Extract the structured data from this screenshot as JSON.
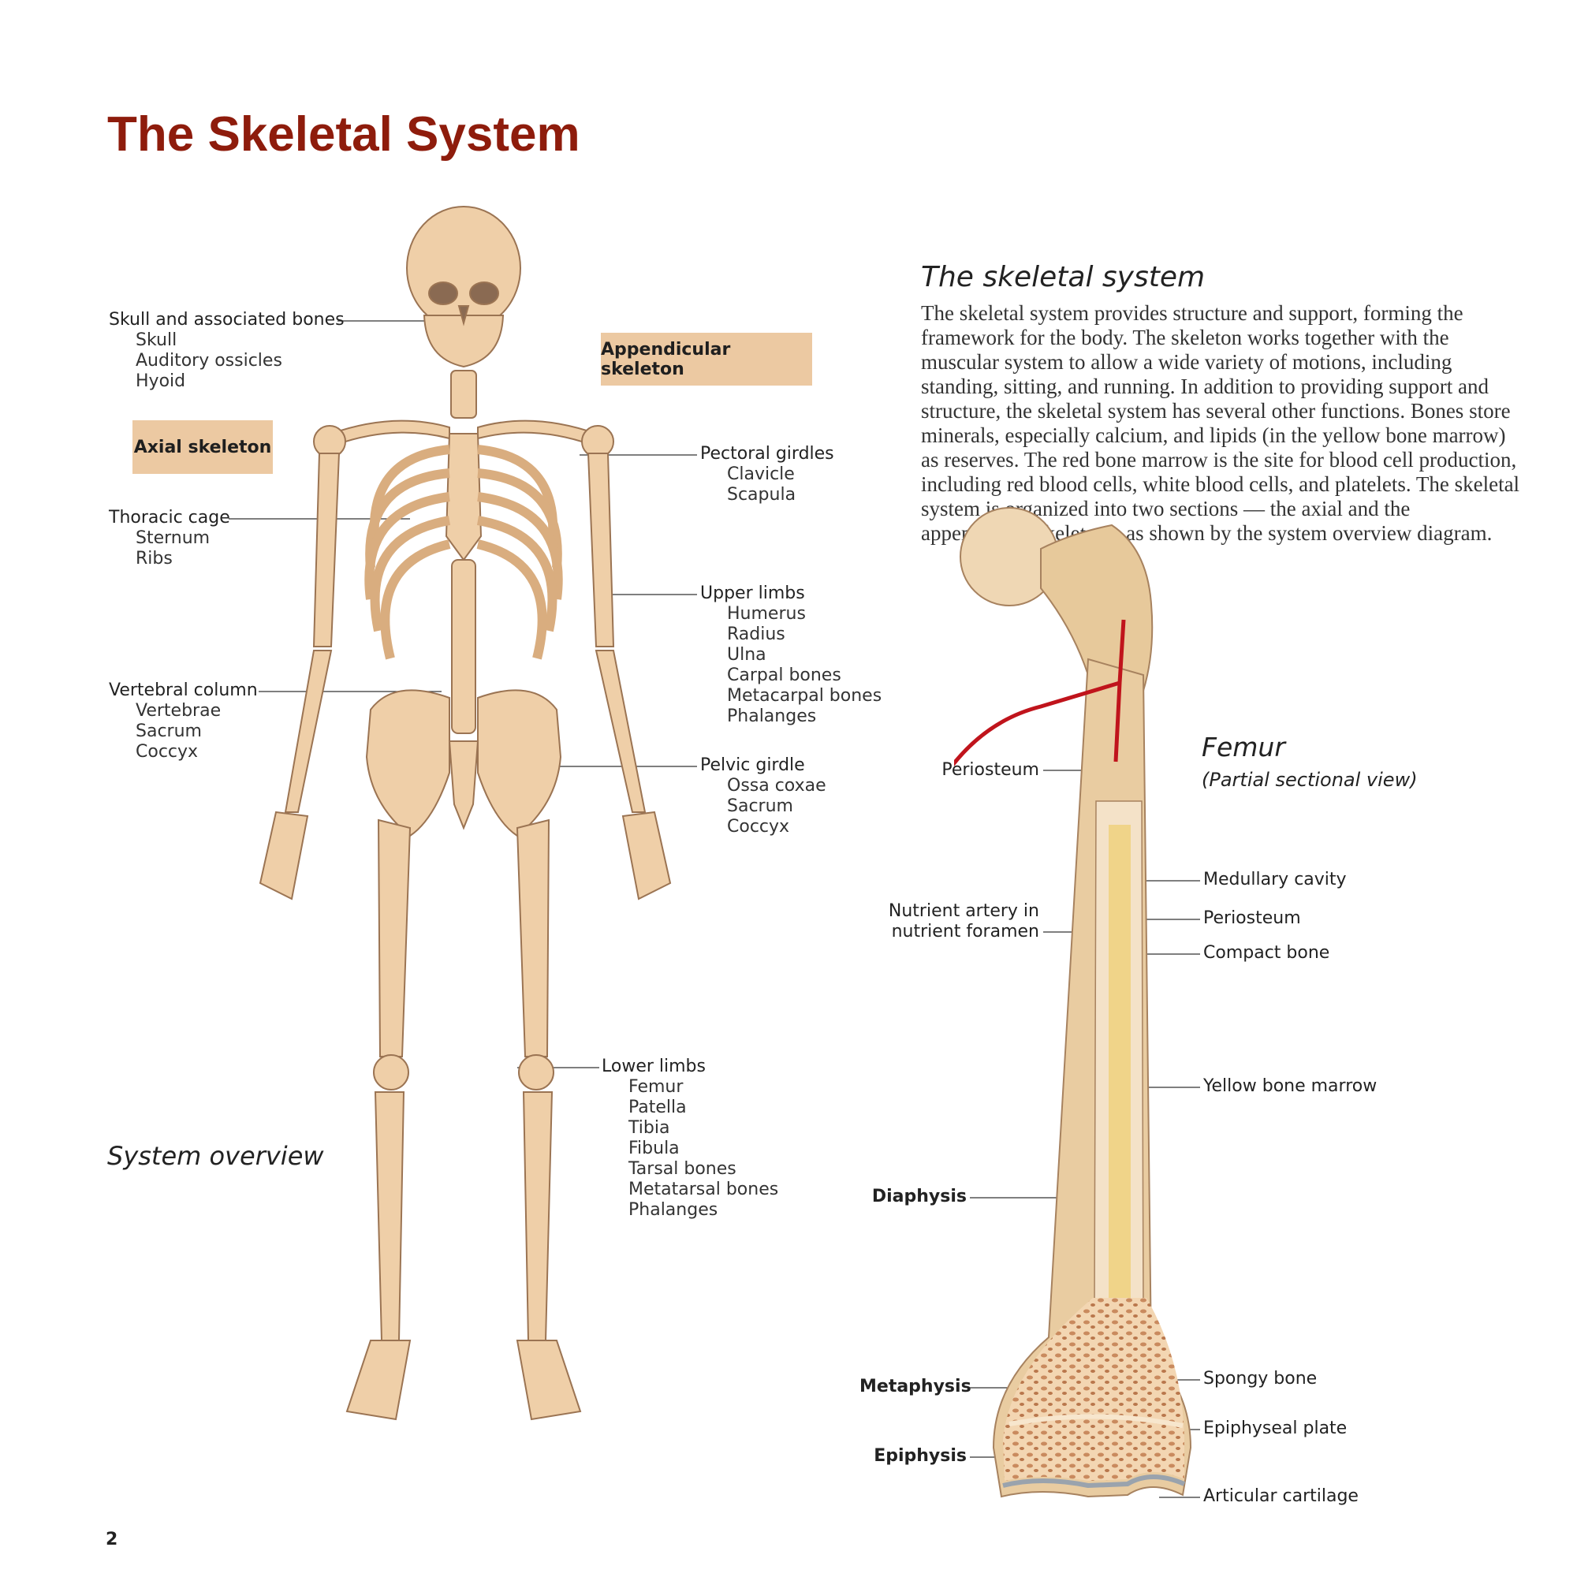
{
  "page": {
    "title": "The Skeletal System",
    "number": "2"
  },
  "tags": {
    "axial": "Axial skeleton",
    "appendicular": "Appendicular skeleton"
  },
  "overview": {
    "caption": "System overview",
    "axial_groups": [
      {
        "head": "Skull and associated bones",
        "items": [
          "Skull",
          "Auditory ossicles",
          "Hyoid"
        ]
      },
      {
        "head": "Thoracic cage",
        "items": [
          "Sternum",
          "Ribs"
        ]
      },
      {
        "head": "Vertebral column",
        "items": [
          "Vertebrae",
          "Sacrum",
          "Coccyx"
        ]
      }
    ],
    "appendicular_groups": [
      {
        "head": "Pectoral girdles",
        "items": [
          "Clavicle",
          "Scapula"
        ]
      },
      {
        "head": "Upper limbs",
        "items": [
          "Humerus",
          "Radius",
          "Ulna",
          "Carpal bones",
          "Metacarpal bones",
          "Phalanges"
        ]
      },
      {
        "head": "Pelvic girdle",
        "items": [
          "Ossa coxae",
          "Sacrum",
          "Coccyx"
        ]
      },
      {
        "head": "Lower limbs",
        "items": [
          "Femur",
          "Patella",
          "Tibia",
          "Fibula",
          "Tarsal bones",
          "Metatarsal bones",
          "Phalanges"
        ]
      }
    ]
  },
  "intro": {
    "heading": "The skeletal system",
    "text": "The skeletal system provides structure and support, forming the framework for the body. The skeleton works together with the muscular system to allow a wide variety of motions, including standing, sitting, and running. In addition to providing support and structure, the skeletal system has several other functions. Bones store minerals, especially calcium, and lipids (in the yellow bone marrow) as reserves. The red bone marrow is the site for blood cell production, including red blood cells, white blood cells, and platelets. The skeletal system is organized into two sections — the axial and the appendicular skeletons, as shown by the system overview diagram."
  },
  "femur": {
    "title": "Femur",
    "subtitle": "(Partial sectional view)",
    "left_labels": {
      "periosteum": "Periosteum",
      "nutrient_1": "Nutrient artery in",
      "nutrient_2": "nutrient foramen",
      "diaphysis": "Diaphysis",
      "metaphysis": "Metaphysis",
      "epiphysis": "Epiphysis"
    },
    "right_labels": {
      "medullary": "Medullary cavity",
      "periosteum": "Periosteum",
      "compact": "Compact bone",
      "yellow_marrow": "Yellow bone marrow",
      "spongy": "Spongy bone",
      "epiphyseal_plate": "Epiphyseal plate",
      "articular": "Articular cartilage"
    }
  },
  "colors": {
    "title": "#8e1c0c",
    "tag_fill": "#ecc9a2",
    "bone": "#efcfa8",
    "bone_shadow": "#d9ad7f",
    "marrow": "#f0d489",
    "artery": "#c0141c"
  }
}
